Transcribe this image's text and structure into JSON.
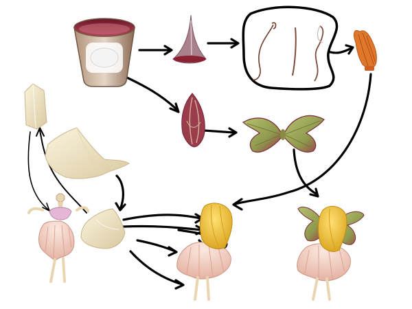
{
  "diagram": {
    "background": "#ffffff",
    "arrow_color": "#000000",
    "colors": {
      "glass": "#8a6a52",
      "wine": "#8b2234",
      "petal_cream": "#f1e6c6",
      "petal_pink": "#efc4b8",
      "leaf_green": "#9aa65a",
      "hair_yellow": "#f2c230",
      "hair_orange": "#d6681e",
      "bodice_pink": "#e6b6d6",
      "skin": "#e9d6b0"
    },
    "nodes": [
      {
        "id": "glass-of-wine",
        "icon": "glass-icon"
      },
      {
        "id": "wine-drop",
        "icon": "spike-icon"
      },
      {
        "id": "strands-loop",
        "icon": "loop-icon"
      },
      {
        "id": "orange-tassel",
        "icon": "tassel-icon"
      },
      {
        "id": "petal-bud",
        "icon": "bud-icon"
      },
      {
        "id": "leaf-wings",
        "icon": "wings-icon"
      },
      {
        "id": "cream-block",
        "icon": "block-icon"
      },
      {
        "id": "cream-ribbon",
        "icon": "ribbon-icon"
      },
      {
        "id": "petal-shard",
        "icon": "shard-icon"
      },
      {
        "id": "fairy-base",
        "icon": "doll-icon"
      },
      {
        "id": "fairy-blonde",
        "icon": "fairy-icon"
      },
      {
        "id": "fairy-winged",
        "icon": "winged-fairy-icon"
      }
    ]
  }
}
